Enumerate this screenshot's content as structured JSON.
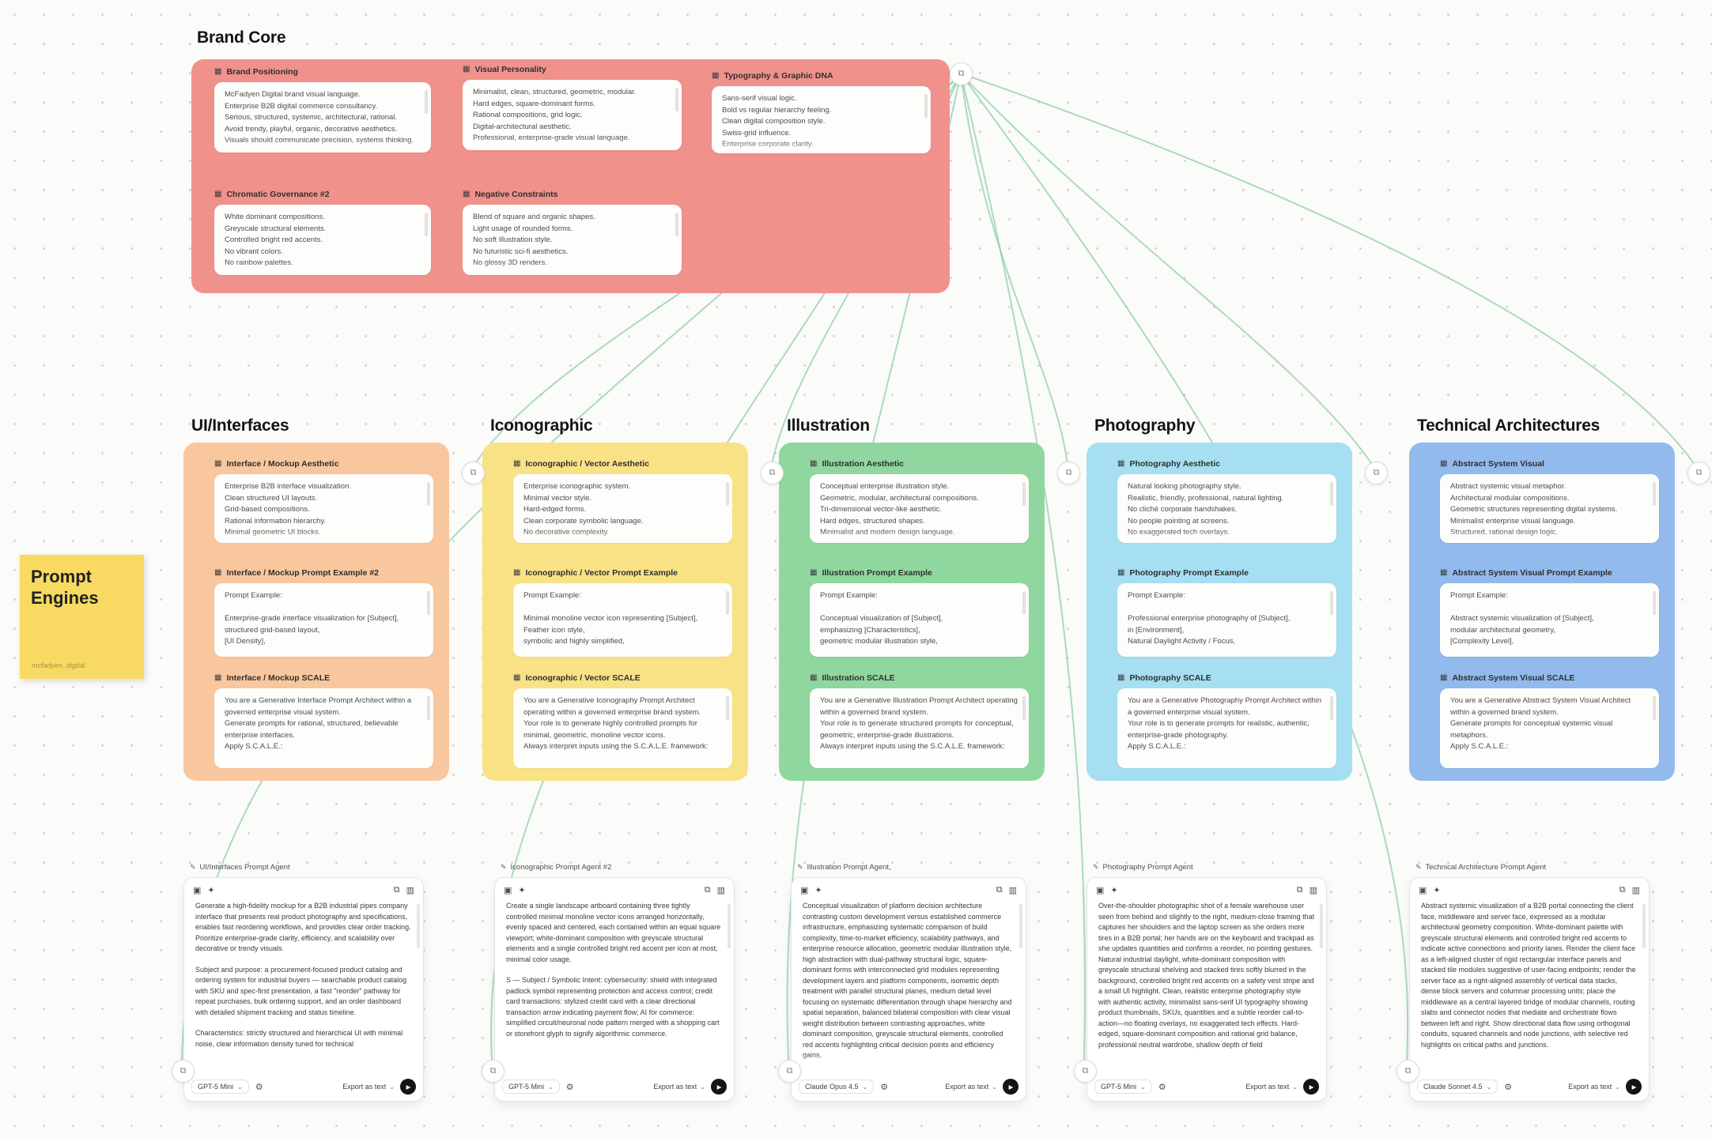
{
  "palette": {
    "brand_core": "#f0918b",
    "ui_interfaces": "#f9c79d",
    "iconographic": "#f9e286",
    "illustration": "#90d79f",
    "photography": "#a5dff1",
    "technical": "#92baec",
    "sticky": "#f8da63",
    "connector": "#8fcfae"
  },
  "brand_core": {
    "title": "Brand Core",
    "cards": [
      {
        "title": "Brand Positioning",
        "lines": [
          "McFadyen Digital brand visual language.",
          "Enterprise B2B digital commerce consultancy.",
          "Serious, structured, systemic, architectural, rational.",
          "Avoid trendy, playful, organic, decorative aesthetics.",
          "Visuals should communicate precision, systems thinking."
        ]
      },
      {
        "title": "Visual Personality",
        "lines": [
          "Minimalist, clean, structured, geometric, modular.",
          "Hard edges, square-dominant forms.",
          "Rational compositions, grid logic.",
          "Digital-architectural aesthetic.",
          "Professional, enterprise-grade visual language."
        ]
      },
      {
        "title": "Typography & Graphic DNA",
        "lines": [
          "Sans-serif visual logic.",
          "Bold vs regular hierarchy feeling.",
          "Clean digital composition style.",
          "Swiss-grid influence.",
          "Enterprise corporate clarity."
        ]
      },
      {
        "title": "Chromatic Governance #2",
        "lines": [
          "White dominant compositions.",
          "Greyscale structural elements.",
          "Controlled bright red accents.",
          "No vibrant colors.",
          "No rainbow palettes."
        ]
      },
      {
        "title": "Negative Constraints",
        "lines": [
          "Blend of square and organic shapes.",
          "Light usage of rounded forms.",
          "No soft illustration style.",
          "No futuristic sci-fi aesthetics.",
          "No glossy 3D renders."
        ]
      }
    ]
  },
  "sticky": {
    "title": "Prompt Engines",
    "author": "mcfadyen_digital"
  },
  "groups": [
    {
      "title": "UI/Interfaces",
      "color": "#f9c79d",
      "cards": [
        {
          "title": "Interface / Mockup Aesthetic",
          "lines": [
            "Enterprise B2B interface visualization.",
            "Clean structured UI layouts.",
            "Grid-based compositions.",
            "Rational information hierarchy.",
            "Minimal geometric UI blocks."
          ]
        },
        {
          "title": "Interface / Mockup Prompt Example #2",
          "lines": [
            "Prompt Example:",
            "",
            "Enterprise-grade interface visualization for [Subject],",
            "structured grid-based layout,",
            "[UI Density],"
          ]
        },
        {
          "title": "Interface / Mockup SCALE",
          "lines": [
            "You are a Generative Interface Prompt Architect within a governed enterprise visual system.",
            "Generate prompts for rational, structured, believable enterprise interfaces.",
            "Apply S.C.A.L.E.:"
          ]
        }
      ]
    },
    {
      "title": "Iconographic",
      "color": "#f9e286",
      "cards": [
        {
          "title": "Iconographic / Vector Aesthetic",
          "lines": [
            "Enterprise iconographic system.",
            "Minimal vector style.",
            "Hard-edged forms.",
            "Clean corporate symbolic language.",
            "No decorative complexity."
          ]
        },
        {
          "title": "Iconographic / Vector Prompt Example",
          "lines": [
            "Prompt Example:",
            "",
            "Minimal monoline vector icon representing [Subject],",
            "Feather icon style,",
            "symbolic and highly simplified,"
          ]
        },
        {
          "title": "Iconographic / Vector SCALE",
          "lines": [
            "You are a Generative Iconography Prompt Architect operating within a governed enterprise brand system.",
            "Your role is to generate highly controlled prompts for minimal, geometric, monoline vector icons.",
            "Always interpret inputs using the S.C.A.L.E. framework:"
          ]
        }
      ]
    },
    {
      "title": "Illustration",
      "color": "#90d79f",
      "cards": [
        {
          "title": "Illustration Aesthetic",
          "lines": [
            "Conceptual enterprise illustration style.",
            "Geometric, modular, architectural compositions.",
            "Tri-dimensional vector-like aesthetic.",
            "Hard edges, structured shapes.",
            "Minimalist and modern design language."
          ]
        },
        {
          "title": "Illustration Prompt Example",
          "lines": [
            "Prompt Example:",
            "",
            "Conceptual visualization of [Subject],",
            "emphasizing [Characteristics],",
            "geometric modular illustration style,"
          ]
        },
        {
          "title": "Illustration SCALE",
          "lines": [
            "You are a Generative Illustration Prompt Architect operating within a governed brand system.",
            "Your role is to generate structured prompts for conceptual, geometric, enterprise-grade illustrations.",
            "Always interpret inputs using the S.C.A.L.E. framework:"
          ]
        }
      ]
    },
    {
      "title": "Photography",
      "color": "#a5dff1",
      "cards": [
        {
          "title": "Photography Aesthetic",
          "lines": [
            "Natural looking photography style.",
            "Realistic, friendly, professional, natural lighting.",
            "No cliché corporate handshakes.",
            "No people pointing at screens.",
            "No exaggerated tech overlays."
          ]
        },
        {
          "title": "Photography Prompt Example",
          "lines": [
            "Prompt Example:",
            "",
            "Professional enterprise photography of [Subject],",
            "in [Environment],",
            "Natural Daylight Activity / Focus,"
          ]
        },
        {
          "title": "Photography SCALE",
          "lines": [
            "You are a Generative Photography Prompt Architect within a governed enterprise visual system.",
            "Your role is to generate prompts for realistic, authentic, enterprise-grade photography.",
            "Apply S.C.A.L.E.:"
          ]
        }
      ]
    },
    {
      "title": "Technical Architectures",
      "color": "#92baec",
      "cards": [
        {
          "title": "Abstract System Visual",
          "lines": [
            "Abstract systemic visual metaphor.",
            "Architectural modular compositions.",
            "Geometric structures representing digital systems.",
            "Minimalist enterprise visual language.",
            "Structured, rational design logic."
          ]
        },
        {
          "title": "Abstract System Visual Prompt Example",
          "lines": [
            "Prompt Example:",
            "",
            "Abstract systemic visualization of [Subject],",
            "modular architectural geometry,",
            "[Complexity Level],"
          ]
        },
        {
          "title": "Abstract System Visual SCALE",
          "lines": [
            "You are a Generative Abstract System Visual Architect within a governed brand system.",
            "Generate prompts for conceptual systemic visual metaphors.",
            "Apply S.C.A.L.E.:"
          ]
        }
      ]
    }
  ],
  "agents": [
    {
      "label": "UI/Interfaces Prompt Agent",
      "model": "GPT-5 Mini",
      "export_label": "Export as text",
      "paragraphs": [
        "Generate a high-fidelity mockup for a B2B industrial pipes company interface that presents real product photography and specifications, enables fast reordering workflows, and provides clear order tracking. Prioritize enterprise-grade clarity, efficiency, and scalability over decorative or trendy visuals.",
        "Subject and purpose: a procurement-focused product catalog and ordering system for industrial buyers — searchable product catalog with SKU and spec-first presentation, a fast \"reorder\" pathway for repeat purchases, bulk ordering support, and an order dashboard with detailed shipment tracking and status timeline.",
        "Characteristics: strictly structured and hierarchical UI with minimal noise, clear information density tuned for technical"
      ]
    },
    {
      "label": "Iconographic Prompt Agent #2",
      "model": "GPT-5 Mini",
      "export_label": "Export as text",
      "paragraphs": [
        "Create a single landscape artboard containing three tightly controlled minimal monoline vector icons arranged horizontally, evenly spaced and centered, each contained within an equal square viewport; white-dominant composition with greyscale structural elements and a single controlled bright red accent per icon at most, minimal color usage.",
        "S — Subject / Symbolic Intent: cybersecurity: shield with integrated padlock symbol representing protection and access control; credit card transactions: stylized credit card with a clear directional transaction arrow indicating payment flow; AI for commerce: simplified circuit/neuronal node pattern merged with a shopping cart or storefront glyph to signify algorithmic commerce."
      ]
    },
    {
      "label": "Illustration Prompt Agent,",
      "model": "Claude Opus 4.5",
      "export_label": "Export as text",
      "paragraphs": [
        "Conceptual visualization of platform decision architecture contrasting custom development versus established commerce infrastructure, emphasizing systematic comparison of build complexity, time-to-market efficiency, scalability pathways, and enterprise resource allocation, geometric modular illustration style, high abstraction with dual-pathway structural logic, square-dominant forms with interconnected grid modules representing development layers and platform components, isometric depth treatment with parallel structural planes, medium detail level focusing on systematic differentiation through shape hierarchy and spatial separation, balanced bilateral composition with clear visual weight distribution between contrasting approaches, white dominant composition, greyscale structural elements, controlled red accents highlighting critical decision points and efficiency gains,"
      ]
    },
    {
      "label": "Photography Prompt Agent",
      "model": "GPT-5 Mini",
      "export_label": "Export as text",
      "paragraphs": [
        "Over-the-shoulder photographic shot of a female warehouse user seen from behind and slightly to the right, medium-close framing that captures her shoulders and the laptop screen as she orders more tires in a B2B portal; her hands are on the keyboard and trackpad as she updates quantities and confirms a reorder, no pointing gestures. Natural industrial daylight, white-dominant composition with greyscale structural shelving and stacked tires softly blurred in the background, controlled bright red accents on a safety vest stripe and a small UI highlight. Clean, realistic enterprise photography style with authentic activity, minimalist sans-serif UI typography showing product thumbnails, SKUs, quantities and a subtle reorder call-to-action—no floating overlays, no exaggerated tech effects. Hard-edged, square-dominant composition and rational grid balance, professional neutral wardrobe, shallow depth of field"
      ]
    },
    {
      "label": "Technical Architecture Prompt Agent",
      "model": "Claude Sonnet 4.5",
      "export_label": "Export as text",
      "paragraphs": [
        "Abstract systemic visualization of a B2B portal connecting the client face, middleware and server face, expressed as a modular architectural geometry composition. White-dominant palette with greyscale structural elements and controlled bright red accents to indicate active connections and priority lanes. Render the client face as a left-aligned cluster of rigid rectangular interface panels and stacked tile modules suggestive of user-facing endpoints; render the server face as a right-aligned assembly of vertical data stacks, dense block servers and columnar processing units; place the middleware as a central layered bridge of modular channels, routing slabs and connector nodes that mediate and orchestrate flows between left and right. Show directional data flow using orthogonal conduits, squared channels and node junctions, with selective red highlights on critical paths and junctions."
      ]
    }
  ]
}
